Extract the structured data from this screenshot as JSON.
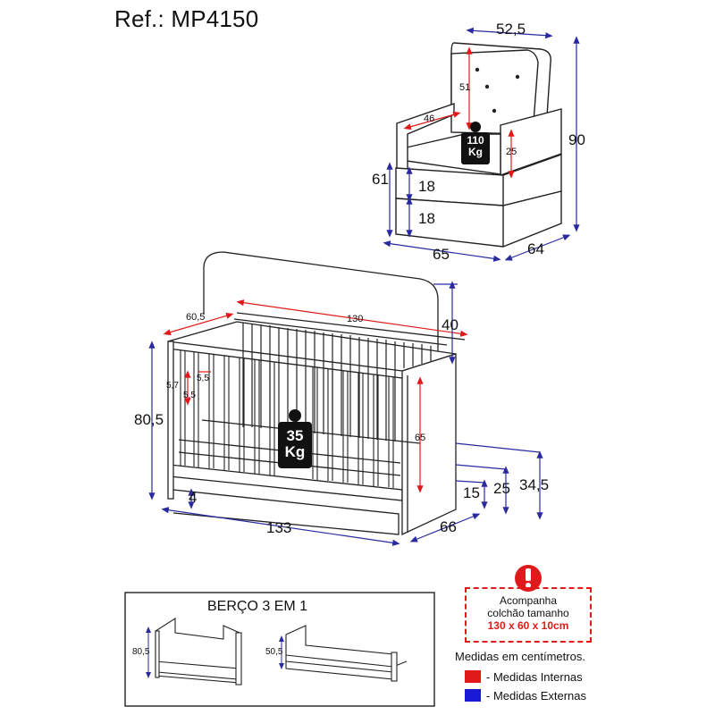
{
  "header": {
    "ref": "Ref.: MP4150"
  },
  "armchair": {
    "dims": {
      "width_top": "52,5",
      "height_total": "90",
      "back_height": "51",
      "seat_depth": "46",
      "arm_height": "25",
      "seat_height": "61",
      "module_1": "18",
      "module_2": "18",
      "width": "65",
      "depth": "64"
    },
    "load": {
      "value": "110",
      "unit": "Kg"
    }
  },
  "crib": {
    "dims": {
      "inner_width": "60,5",
      "inner_length": "130",
      "headboard": "40",
      "slat_a": "5,7",
      "slat_b": "5,5",
      "slat_c": "5,5",
      "height": "80,5",
      "side_height": "65",
      "base": "4",
      "length": "133",
      "depth": "66",
      "h15": "15",
      "h25": "25",
      "h345": "34,5"
    },
    "load": {
      "value": "35",
      "unit": "Kg"
    }
  },
  "mini": {
    "title": "BERÇO 3 EM 1",
    "dim_crib": "80,5",
    "dim_bed": "50,5"
  },
  "note": {
    "line1": "Acompanha",
    "line2": "colchão tamanho",
    "size": "130 x 60 x 10cm",
    "icon": "exclamation-icon"
  },
  "legend": {
    "title": "Medidas em centímetros.",
    "items": [
      {
        "label": "- Medidas Internas",
        "color": "#e01a1a"
      },
      {
        "label": "- Medidas Externas",
        "color": "#1a1ad6"
      }
    ]
  },
  "colors": {
    "internal": "#e01a1a",
    "external": "#2a2aa0",
    "line": "#222222"
  }
}
